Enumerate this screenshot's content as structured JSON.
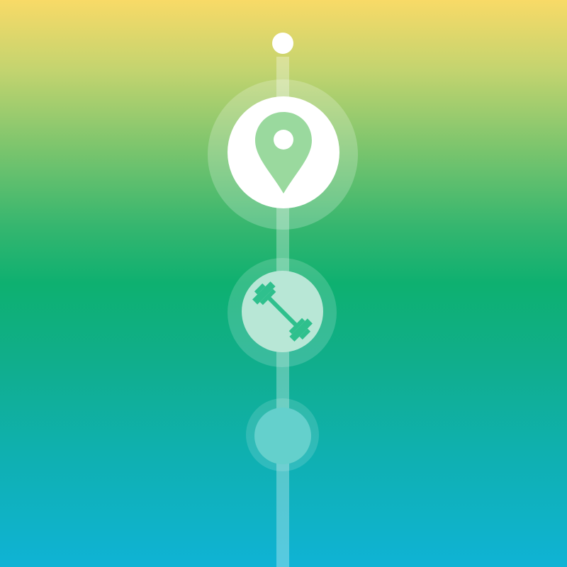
{
  "timeline": {
    "nodes": [
      {
        "icon": "location-pin-icon",
        "state": "active"
      },
      {
        "icon": "dumbbell-icon",
        "state": "inactive"
      },
      {
        "icon": "",
        "state": "empty"
      }
    ]
  },
  "colors": {
    "gradient_top": "#f8da67",
    "gradient_mid": "#0eb070",
    "gradient_bottom": "#0fb3d5",
    "pin_fill": "#9ad99e",
    "dumbbell_fill": "#2fc08d",
    "active_node": "#ffffff",
    "inactive_node": "#b8e7d6",
    "empty_node": "#64d0cc"
  }
}
